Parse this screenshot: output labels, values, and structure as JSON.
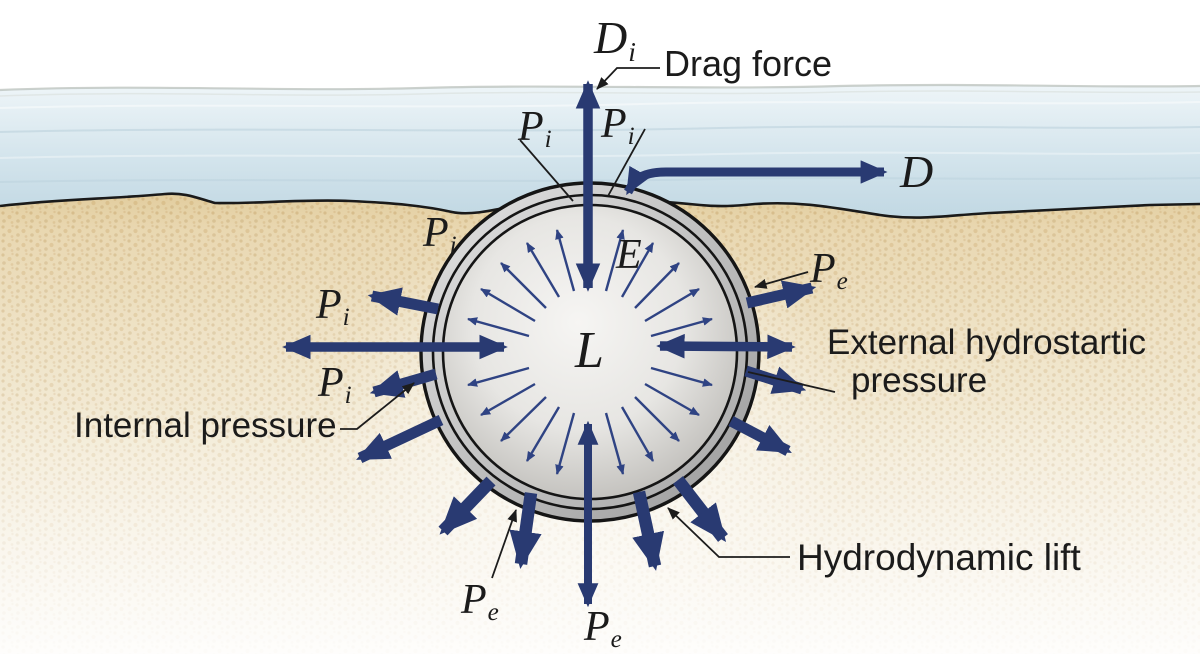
{
  "labels": {
    "d_i": {
      "main": "D",
      "sub": "i"
    },
    "p_i": {
      "main": "P",
      "sub": "i"
    },
    "p_e": {
      "main": "P",
      "sub": "e"
    },
    "d": "D",
    "e": "E",
    "l": "L",
    "drag_force": "Drag force",
    "internal_pressure": "Internal pressure",
    "external_pressure": {
      "line1": "External hydrostartic",
      "line2": "pressure"
    },
    "hydrodynamic_lift": "Hydrodynamic lift"
  },
  "colors": {
    "arrow_navy": "#293a72",
    "thin_arrow_navy": "#2f4383",
    "leader_black": "#1c1c1c",
    "water_top": "#eef5f8",
    "water_bottom": "#b7d1de",
    "sand": "#e8d6ae",
    "pipe_gray": "#c6c6c6",
    "outline_black": "#151515"
  },
  "forces": [
    {
      "symbol": "Di",
      "label": "Drag force"
    },
    {
      "symbol": "D",
      "label": "Drag force (horizontal)"
    },
    {
      "symbol": "Pi",
      "label": "Internal pressure"
    },
    {
      "symbol": "Pe",
      "label": "External hydrostartic pressure"
    },
    {
      "symbol": "L",
      "label": "Hydrodynamic lift"
    }
  ]
}
